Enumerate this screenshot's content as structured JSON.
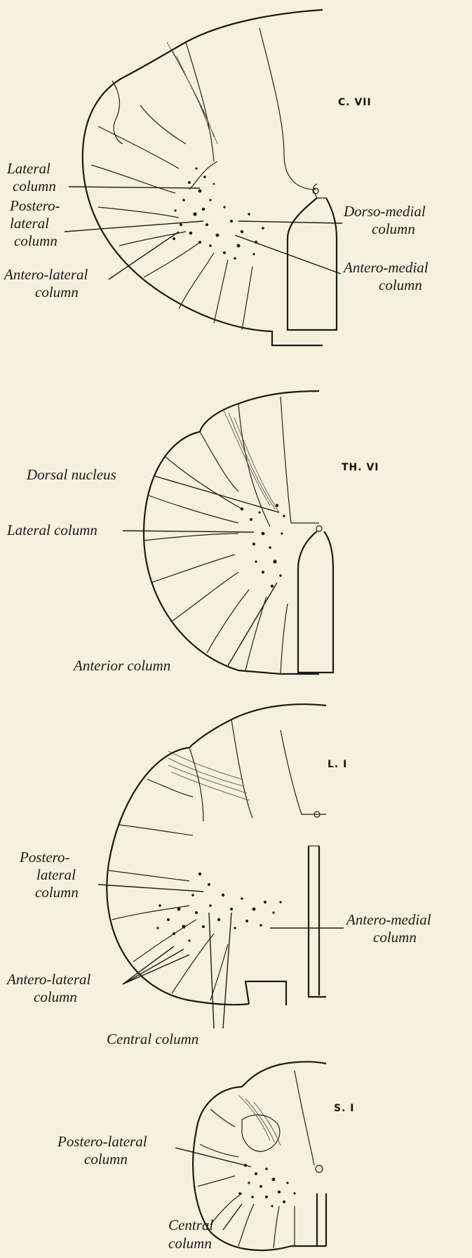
{
  "sections": [
    {
      "level": "C. VII",
      "labels": [
        "Lateral",
        "column",
        "Postero-",
        "lateral",
        "column",
        "Antero-lateral",
        "column",
        "Dorso-medial",
        "column",
        "Antero-medial",
        "column"
      ]
    },
    {
      "level": "TH. VI",
      "labels": [
        "Dorsal nucleus",
        "Lateral column",
        "Anterior column"
      ]
    },
    {
      "level": "L. I",
      "labels": [
        "Postero-",
        "lateral",
        "column",
        "Antero-medial",
        "column",
        "Antero-lateral",
        "column",
        "Central column"
      ]
    },
    {
      "level": "S. I",
      "labels": [
        "Postero-lateral",
        "column",
        "Central",
        "column"
      ]
    }
  ]
}
